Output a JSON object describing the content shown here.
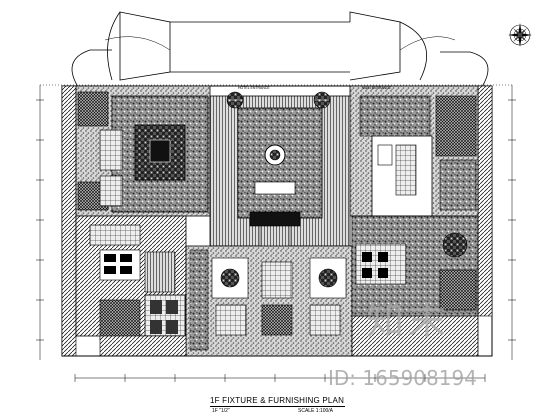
{
  "drawing": {
    "title": "1F FIXTURE & FURNISHING PLAN",
    "scale_left": "1F \"1/2\"",
    "scale_right": "SCALE 1:100/A"
  },
  "entrances": {
    "hotel_entrance": "HOTEL ENTRANCE",
    "main_entrance": "MAIN ENTRANCE"
  },
  "watermark": {
    "logo_text": "知末",
    "id_text": "ID: 165908194"
  },
  "colors": {
    "ink": "#000000",
    "paper": "#ffffff",
    "watermark": "#aaaaaa"
  },
  "icons": {
    "compass": "north-arrow-compass-icon"
  }
}
